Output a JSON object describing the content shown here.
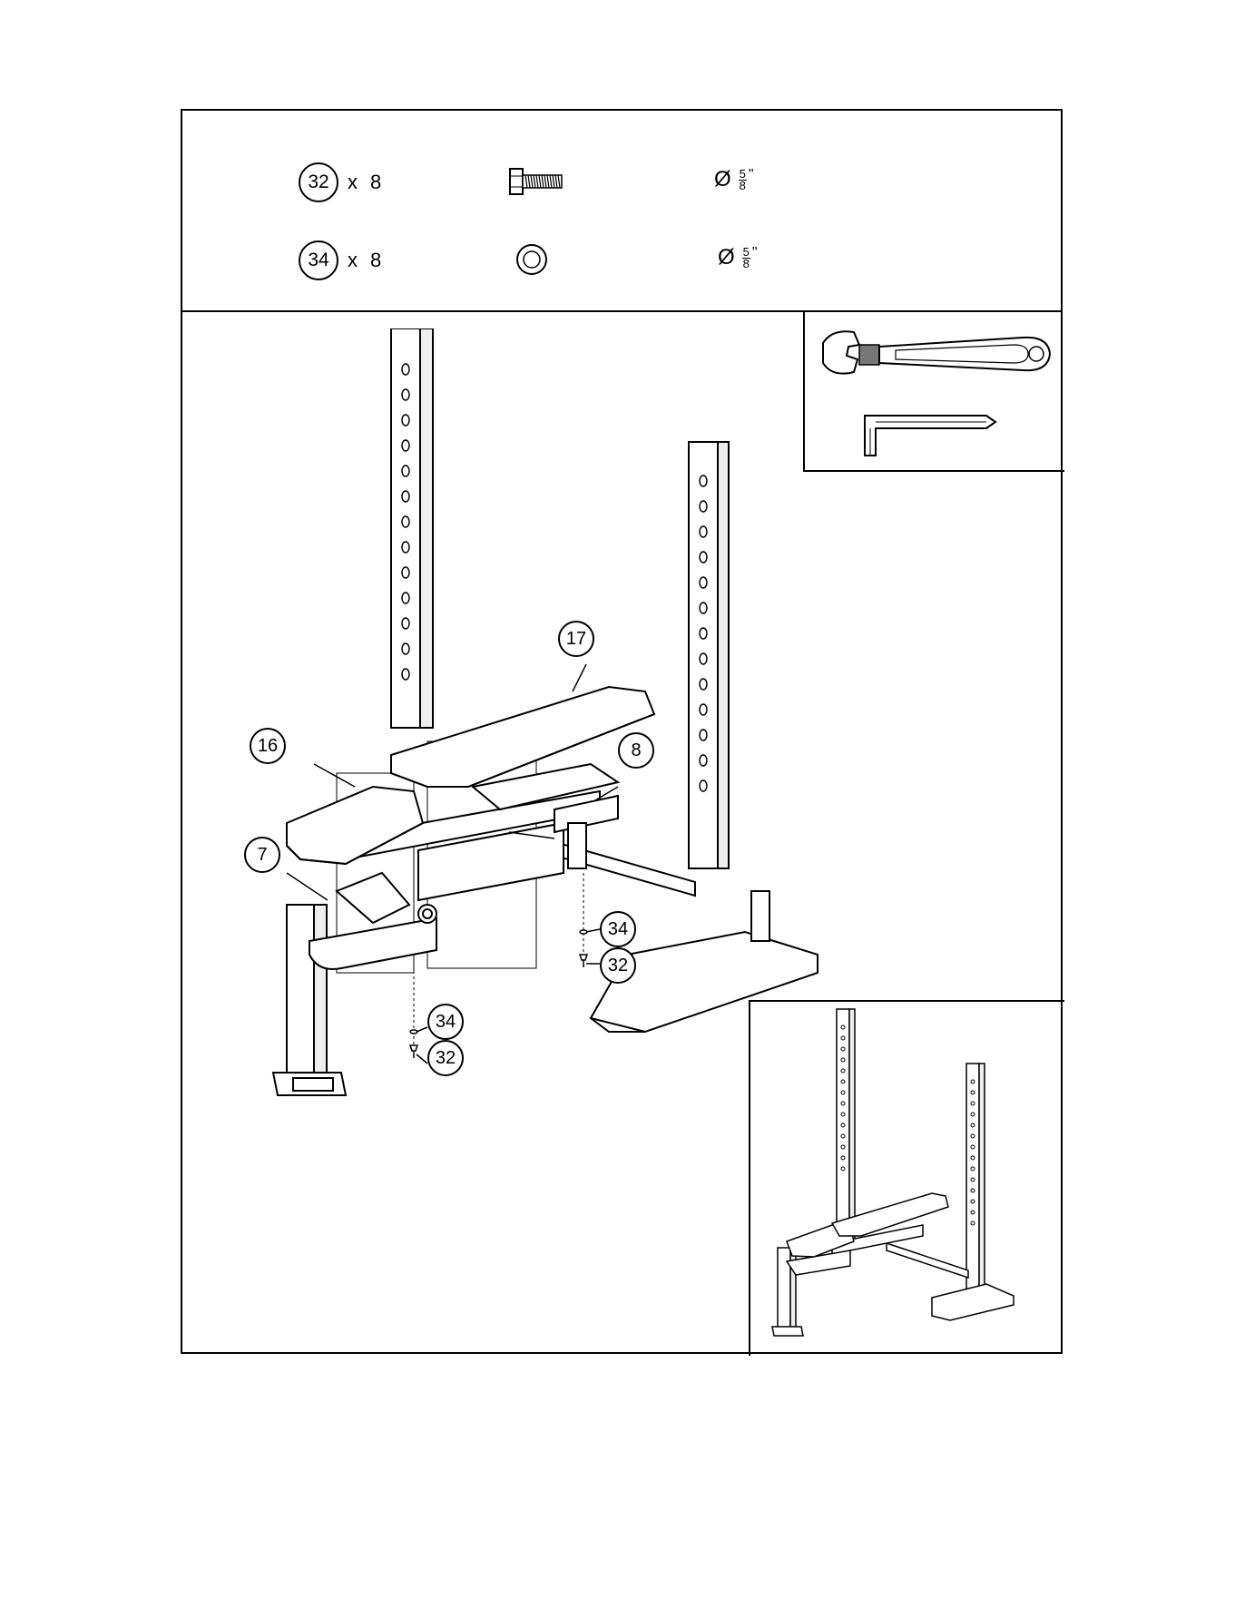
{
  "hardware": [
    {
      "part": "32",
      "multiplier": "x",
      "count": "8",
      "icon": "bolt-icon",
      "diameter_symbol": "Ø",
      "diameter_num": "5",
      "diameter_den": "8",
      "diameter_unit": "\""
    },
    {
      "part": "34",
      "multiplier": "x",
      "count": "8",
      "icon": "washer-icon",
      "diameter_symbol": "Ø",
      "diameter_num": "5",
      "diameter_den": "8",
      "diameter_unit": "\""
    }
  ],
  "callouts": {
    "seat_pad": "17",
    "front_pad": "16",
    "frame_bracket": "8",
    "pivot": "7",
    "washer_right": "34",
    "bolt_right": "32",
    "washer_left": "34",
    "bolt_left": "32"
  },
  "tools": [
    "adjustable-wrench-icon",
    "allen-key-icon"
  ]
}
